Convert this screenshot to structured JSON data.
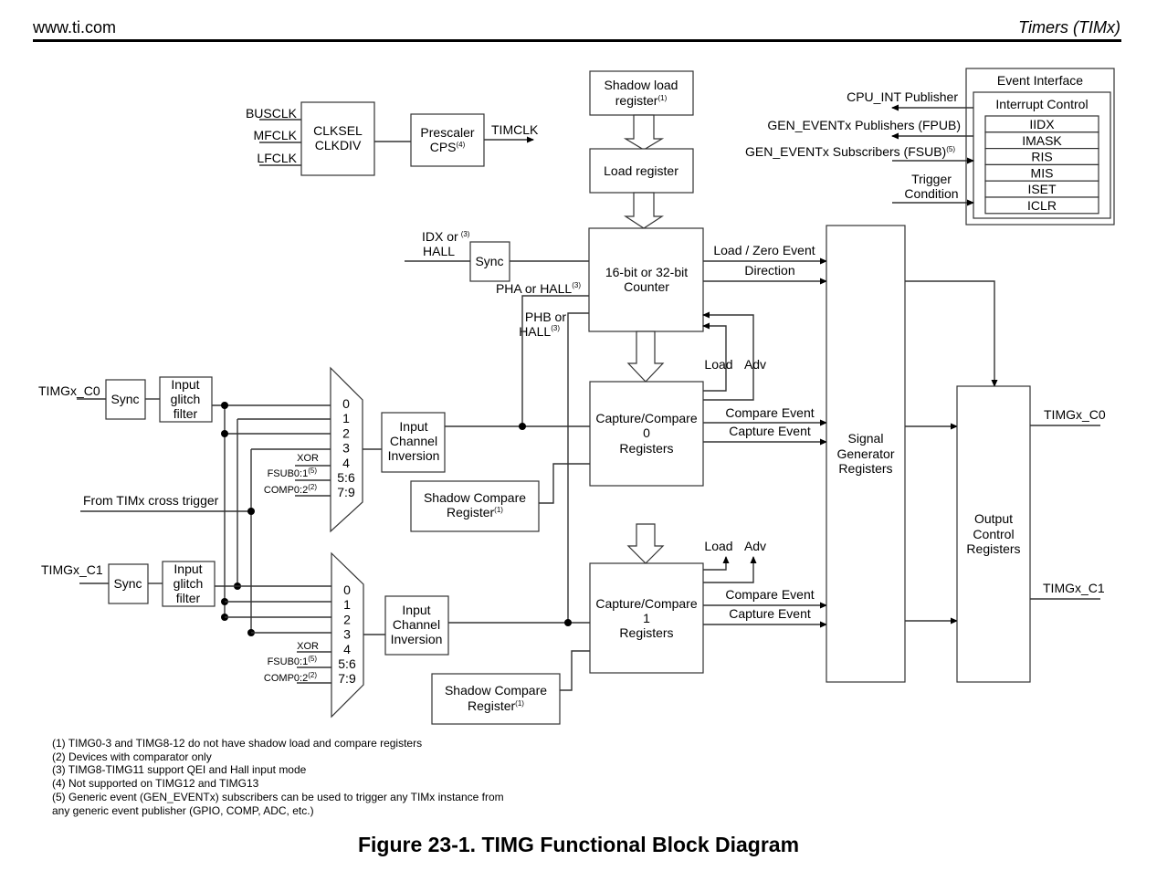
{
  "header": {
    "left": "www.ti.com",
    "right": "Timers (TIMx)"
  },
  "clock": {
    "inputs": [
      "BUSCLK",
      "MFCLK",
      "LFCLK"
    ],
    "clksel": [
      "CLKSEL",
      "CLKDIV"
    ],
    "prescaler": [
      "Prescaler",
      "CPS"
    ],
    "prescaler_note": "(4)",
    "output": "TIMCLK"
  },
  "shadow_load": {
    "line1": "Shadow load",
    "line2": "register",
    "note": "(1)"
  },
  "load_register": "Load register",
  "event_interface": {
    "title": "Event Interface",
    "interrupt_title": "Interrupt Control",
    "registers": [
      "IIDX",
      "IMASK",
      "RIS",
      "MIS",
      "ISET",
      "ICLR"
    ],
    "cpu_int": "CPU_INT Publisher",
    "fpub": "GEN_EVENTx Publishers (FPUB)",
    "fsub": "GEN_EVENTx Subscribers (FSUB)",
    "fsub_note": "(5)",
    "trigger": [
      "Trigger",
      "Condition"
    ]
  },
  "counter": {
    "label": [
      "16-bit or 32-bit",
      "Counter"
    ],
    "idx": [
      "IDX or",
      "HALL"
    ],
    "idx_note": "(3)",
    "sync": "Sync",
    "pha": "PHA or HALL",
    "pha_note": "(3)",
    "phb": [
      "PHB or",
      "HALL"
    ],
    "phb_note": "(3)",
    "load_zero": "Load / Zero Event",
    "direction": "Direction",
    "load": "Load",
    "adv": "Adv"
  },
  "channels": [
    {
      "input": "TIMGx_C0",
      "sync": "Sync",
      "glitch": [
        "Input",
        "glitch",
        "filter"
      ],
      "mux_inputs": [
        "0",
        "1",
        "2",
        "3",
        "4",
        "5:6",
        "7:9"
      ],
      "xor": "XOR",
      "fsub": "FSUB0:1",
      "fsub_note": "(5)",
      "comp": "COMP0:2",
      "comp_note": "(2)",
      "inversion": [
        "Input",
        "Channel",
        "Inversion"
      ],
      "capcomp": [
        "Capture/Compare",
        "0",
        "Registers"
      ],
      "shadow": [
        "Shadow Compare",
        "Register"
      ],
      "shadow_note": "(1)",
      "compare_event": "Compare Event",
      "capture_event": "Capture Event",
      "load": "Load",
      "adv": "Adv",
      "output": "TIMGx_C0"
    },
    {
      "input": "TIMGx_C1",
      "sync": "Sync",
      "glitch": [
        "Input",
        "glitch",
        "filter"
      ],
      "mux_inputs": [
        "0",
        "1",
        "2",
        "3",
        "4",
        "5:6",
        "7:9"
      ],
      "xor": "XOR",
      "fsub": "FSUB0:1",
      "fsub_note": "(5)",
      "comp": "COMP0:2",
      "comp_note": "(2)",
      "inversion": [
        "Input",
        "Channel",
        "Inversion"
      ],
      "capcomp": [
        "Capture/Compare",
        "1",
        "Registers"
      ],
      "shadow": [
        "Shadow Compare",
        "Register"
      ],
      "shadow_note": "(1)",
      "compare_event": "Compare Event",
      "capture_event": "Capture Event",
      "load": "Load",
      "adv": "Adv",
      "output": "TIMGx_C1"
    }
  ],
  "cross_trigger": "From TIMx cross trigger",
  "signal_generator": [
    "Signal",
    "Generator",
    "Registers"
  ],
  "output_control": [
    "Output",
    "Control",
    "Registers"
  ],
  "notes": [
    "(1) TIMG0-3 and TIMG8-12 do not have shadow load and compare registers",
    "(2) Devices with comparator only",
    "(3) TIMG8-TIMG11 support QEI and Hall input mode",
    "(4) Not supported on TIMG12 and TIMG13",
    "(5) Generic event (GEN_EVENTx) subscribers can be used to trigger any TIMx instance from",
    "any generic event publisher (GPIO, COMP, ADC, etc.)"
  ],
  "caption": "Figure 23-1. TIMG Functional Block Diagram"
}
